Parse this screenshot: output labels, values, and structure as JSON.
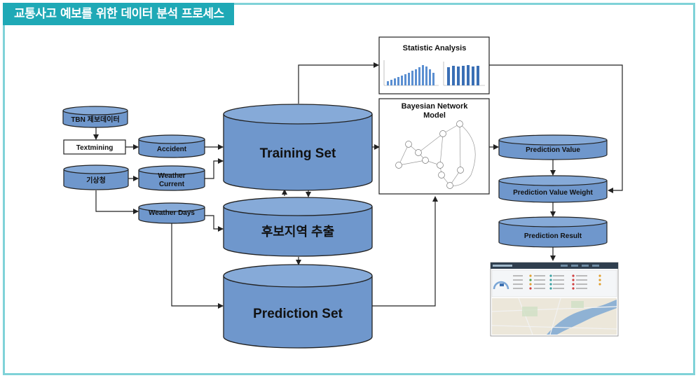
{
  "header": {
    "title": "교통사고 예보를 위한 데이터 분석 프로세스"
  },
  "nodes": {
    "tbn": "TBN 제보데이터",
    "textmining": "Textmining",
    "accident": "Accident",
    "kma": "기상청",
    "weather_current_1": "Weather",
    "weather_current_2": "Current",
    "weather_days": "Weather Days",
    "training_set": "Training Set",
    "candidate": "후보지역 추출",
    "prediction_set": "Prediction Set",
    "statistic_analysis": "Statistic Analysis",
    "bayesian_1": "Bayesian Network",
    "bayesian_2": "Model",
    "prediction_value": "Prediction Value",
    "prediction_value_weight": "Prediction Value Weight",
    "prediction_result": "Prediction Result"
  },
  "colors": {
    "cylinder_fill": "#6f97cc",
    "cylinder_top": "#86aad8",
    "stroke": "#222222",
    "frame": "#7fd2d8",
    "badge": "#1fa9b6"
  }
}
